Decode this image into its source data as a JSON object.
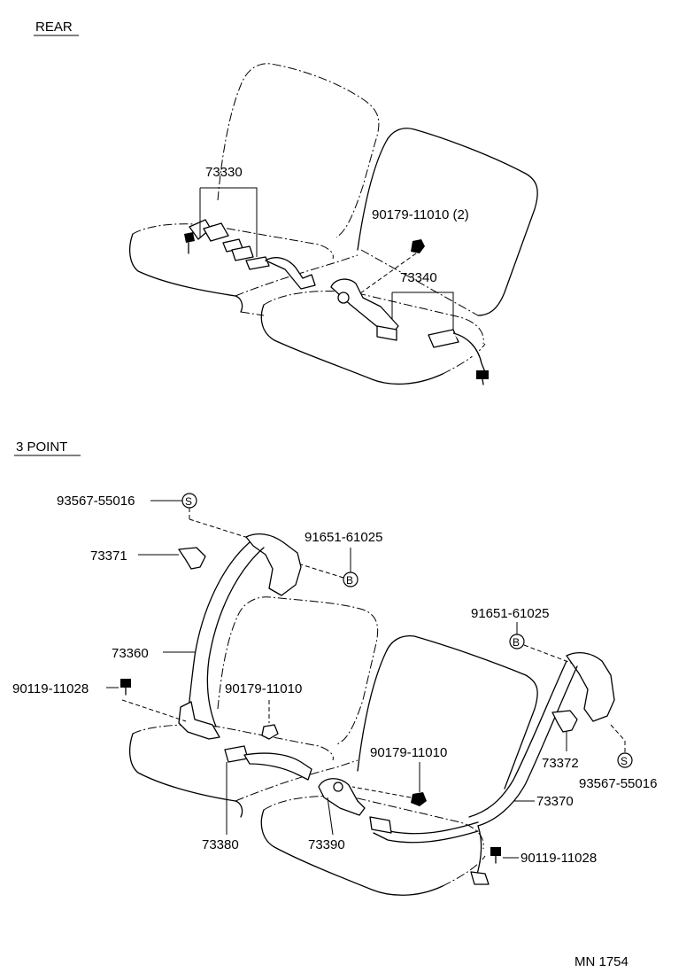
{
  "sections": {
    "rear": "REAR",
    "three_point": "3 POINT"
  },
  "rear_parts": {
    "p73330": "73330",
    "p90179_2": "90179-11010 (2)",
    "p73340": "73340"
  },
  "three_point_parts": {
    "p93567_a": "93567-55016",
    "p73371": "73371",
    "p91651_a": "91651-61025",
    "p73360": "73360",
    "p90119_a": "90119-11028",
    "p90179_a": "90179-11010",
    "p91651_b": "91651-61025",
    "p90179_b": "90179-11010",
    "p73372": "73372",
    "p93567_b": "93567-55016",
    "p73370": "73370",
    "p73380": "73380",
    "p73390": "73390",
    "p90119_b": "90119-11028"
  },
  "markers": {
    "s_a": "S",
    "b_a": "B",
    "b_b": "B",
    "s_b": "S"
  },
  "footer": {
    "code": "MN 1754"
  }
}
